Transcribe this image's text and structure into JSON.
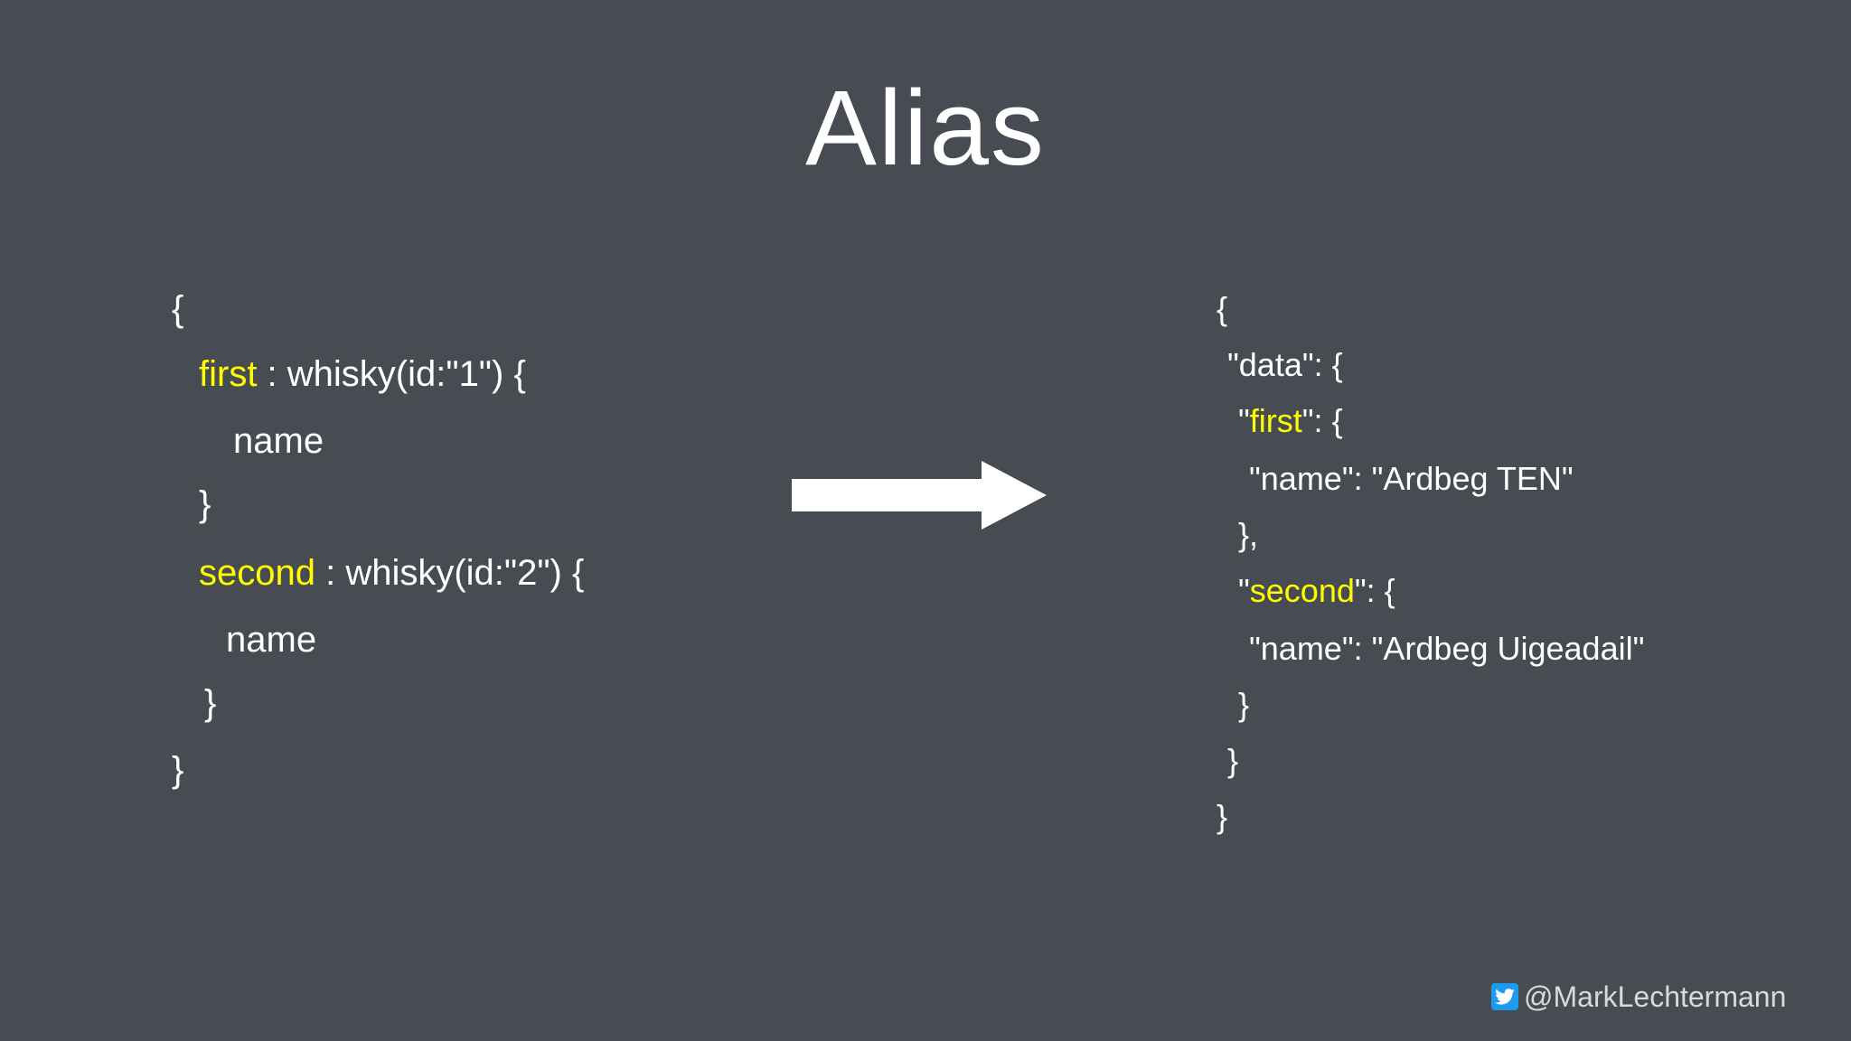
{
  "title": "Alias",
  "query": {
    "open_brace": "{",
    "first_alias": "first",
    "first_field": " : whisky(id:\"1\") {",
    "first_name": "name",
    "first_close": "}",
    "second_alias": "second",
    "second_field": " : whisky(id:\"2\") {",
    "second_name": "name",
    "second_close": "}",
    "close_brace": "}"
  },
  "response": {
    "open_brace": "{",
    "data_key": "\"data\": {",
    "first_quote_open": "\"",
    "first_key": "first",
    "first_rest": "\": {",
    "first_value": "\"name\": \"Ardbeg TEN\"",
    "first_close": "},",
    "second_quote_open": "\"",
    "second_key": "second",
    "second_rest": "\": {",
    "second_value": "\"name\": \"Ardbeg Uigeadail\"",
    "second_close": "}",
    "data_close": "}",
    "close_brace": "}"
  },
  "footer": {
    "icon": "twitter-icon",
    "handle": "@MarkLechtermann"
  },
  "colors": {
    "background": "#474b52",
    "text": "#ffffff",
    "highlight": "#ffff00",
    "twitter": "#1d9bf0"
  }
}
